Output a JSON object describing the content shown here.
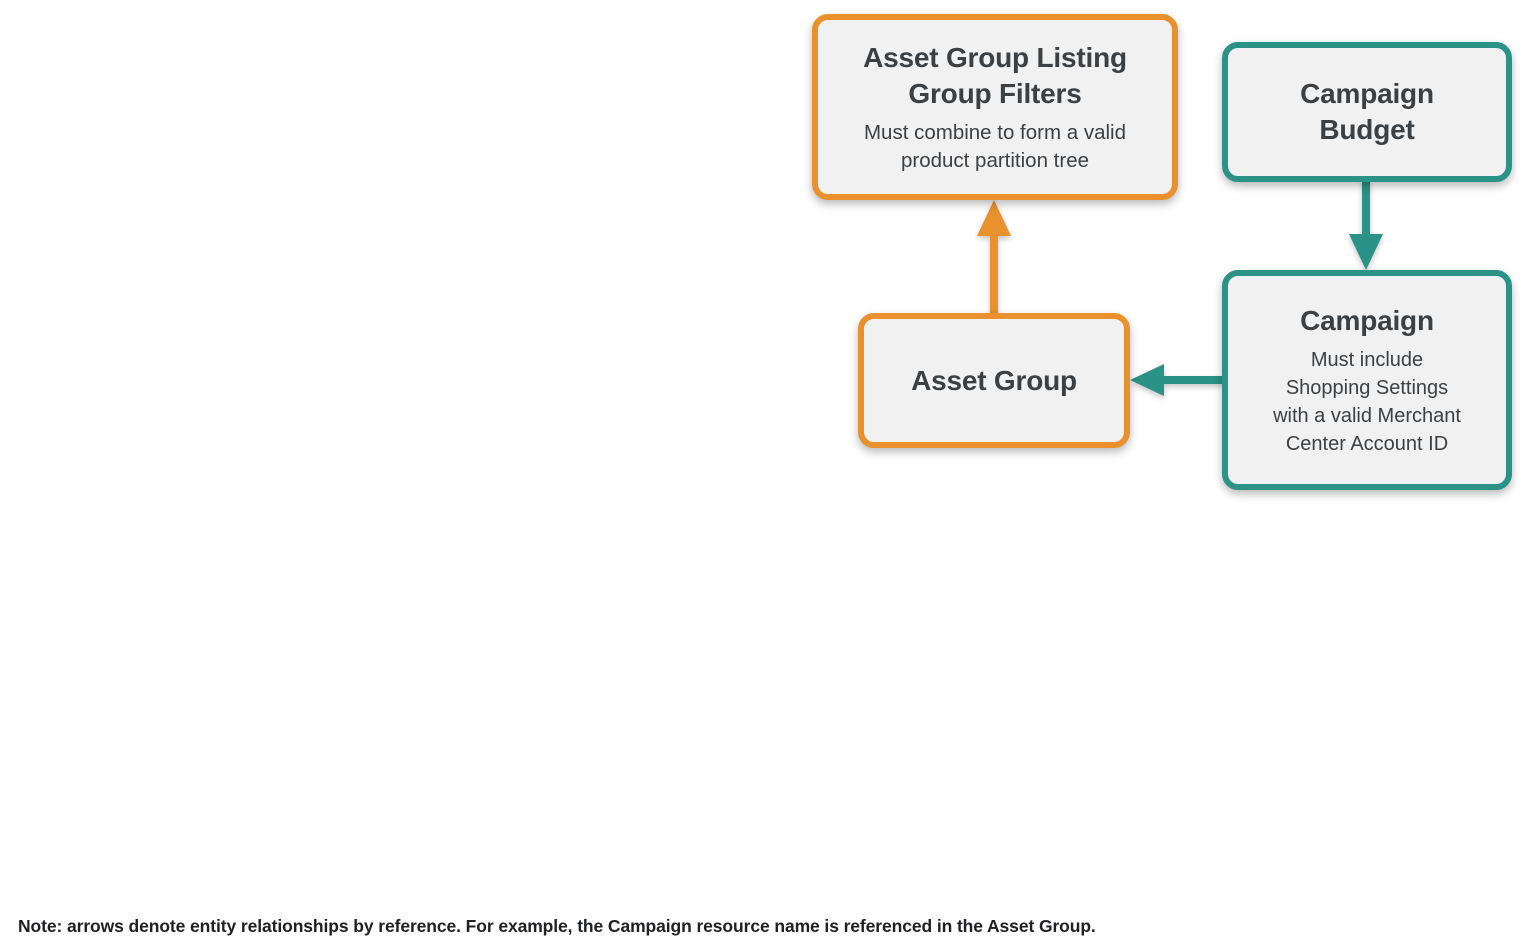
{
  "colors": {
    "orange": "#E8912D",
    "teal": "#2A9287",
    "box_fill": "#F1F1F2",
    "title_text": "#3C4043",
    "note_text": "#202124",
    "background": "#FFFFFF"
  },
  "diagram": {
    "nodes": [
      {
        "id": "asset-group-listing-group-filters",
        "title": "Asset Group Listing Group Filters",
        "title_lines": [
          "Asset Group Listing",
          "Group Filters"
        ],
        "subtitle": "Must combine to form a valid product partition tree",
        "subtitle_lines": [
          "Must combine to form a valid",
          "product partition tree"
        ],
        "accent": "orange"
      },
      {
        "id": "campaign-budget",
        "title": "Campaign Budget",
        "title_lines": [
          "Campaign",
          "Budget"
        ],
        "accent": "teal"
      },
      {
        "id": "asset-group",
        "title": "Asset Group",
        "title_lines": [
          "Asset Group"
        ],
        "accent": "orange"
      },
      {
        "id": "campaign",
        "title": "Campaign",
        "title_lines": [
          "Campaign"
        ],
        "subtitle": "Must include Shopping Settings with a valid Merchant Center Account ID",
        "subtitle_lines": [
          "Must include",
          "Shopping Settings",
          "with a valid Merchant",
          "Center Account ID"
        ],
        "accent": "teal"
      }
    ],
    "edges": [
      {
        "from": "asset-group",
        "to": "asset-group-listing-group-filters",
        "direction": "up",
        "color": "orange"
      },
      {
        "from": "campaign-budget",
        "to": "campaign",
        "direction": "down",
        "color": "teal"
      },
      {
        "from": "campaign",
        "to": "asset-group",
        "direction": "left",
        "color": "teal"
      }
    ]
  },
  "note": "Note: arrows denote entity relationships by reference. For example, the Campaign resource name is referenced in the Asset Group."
}
